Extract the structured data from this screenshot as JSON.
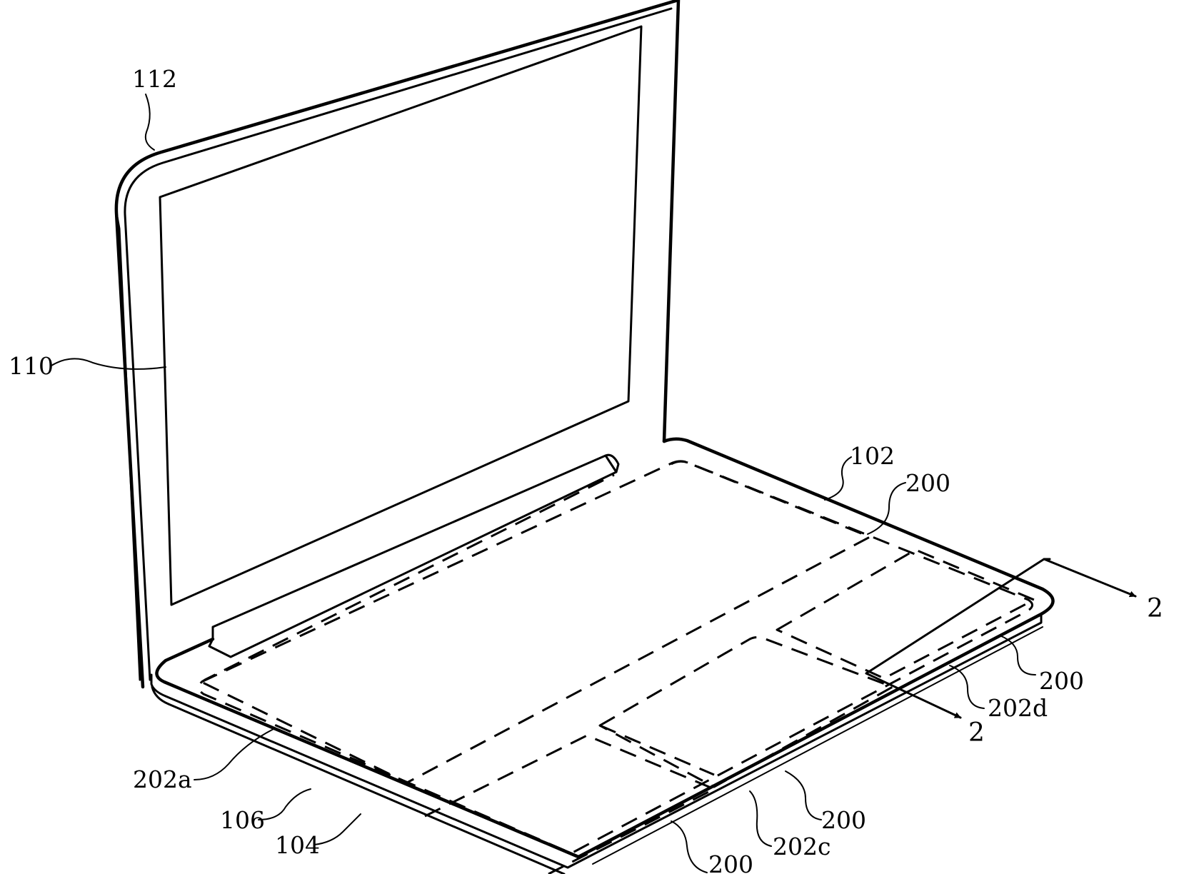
{
  "reference_numerals": {
    "lid_housing": "112",
    "display": "110",
    "base_housing": "102",
    "input_region_upper": "200",
    "input_region_right": "200",
    "input_region_middle": "200",
    "input_region_front": "200",
    "region_202a": "202a",
    "region_202c": "202c",
    "region_202d": "202d",
    "layer_106": "106",
    "layer_104": "104"
  },
  "section_marks": {
    "upper_arrow_label": "2",
    "lower_arrow_label": "2"
  }
}
